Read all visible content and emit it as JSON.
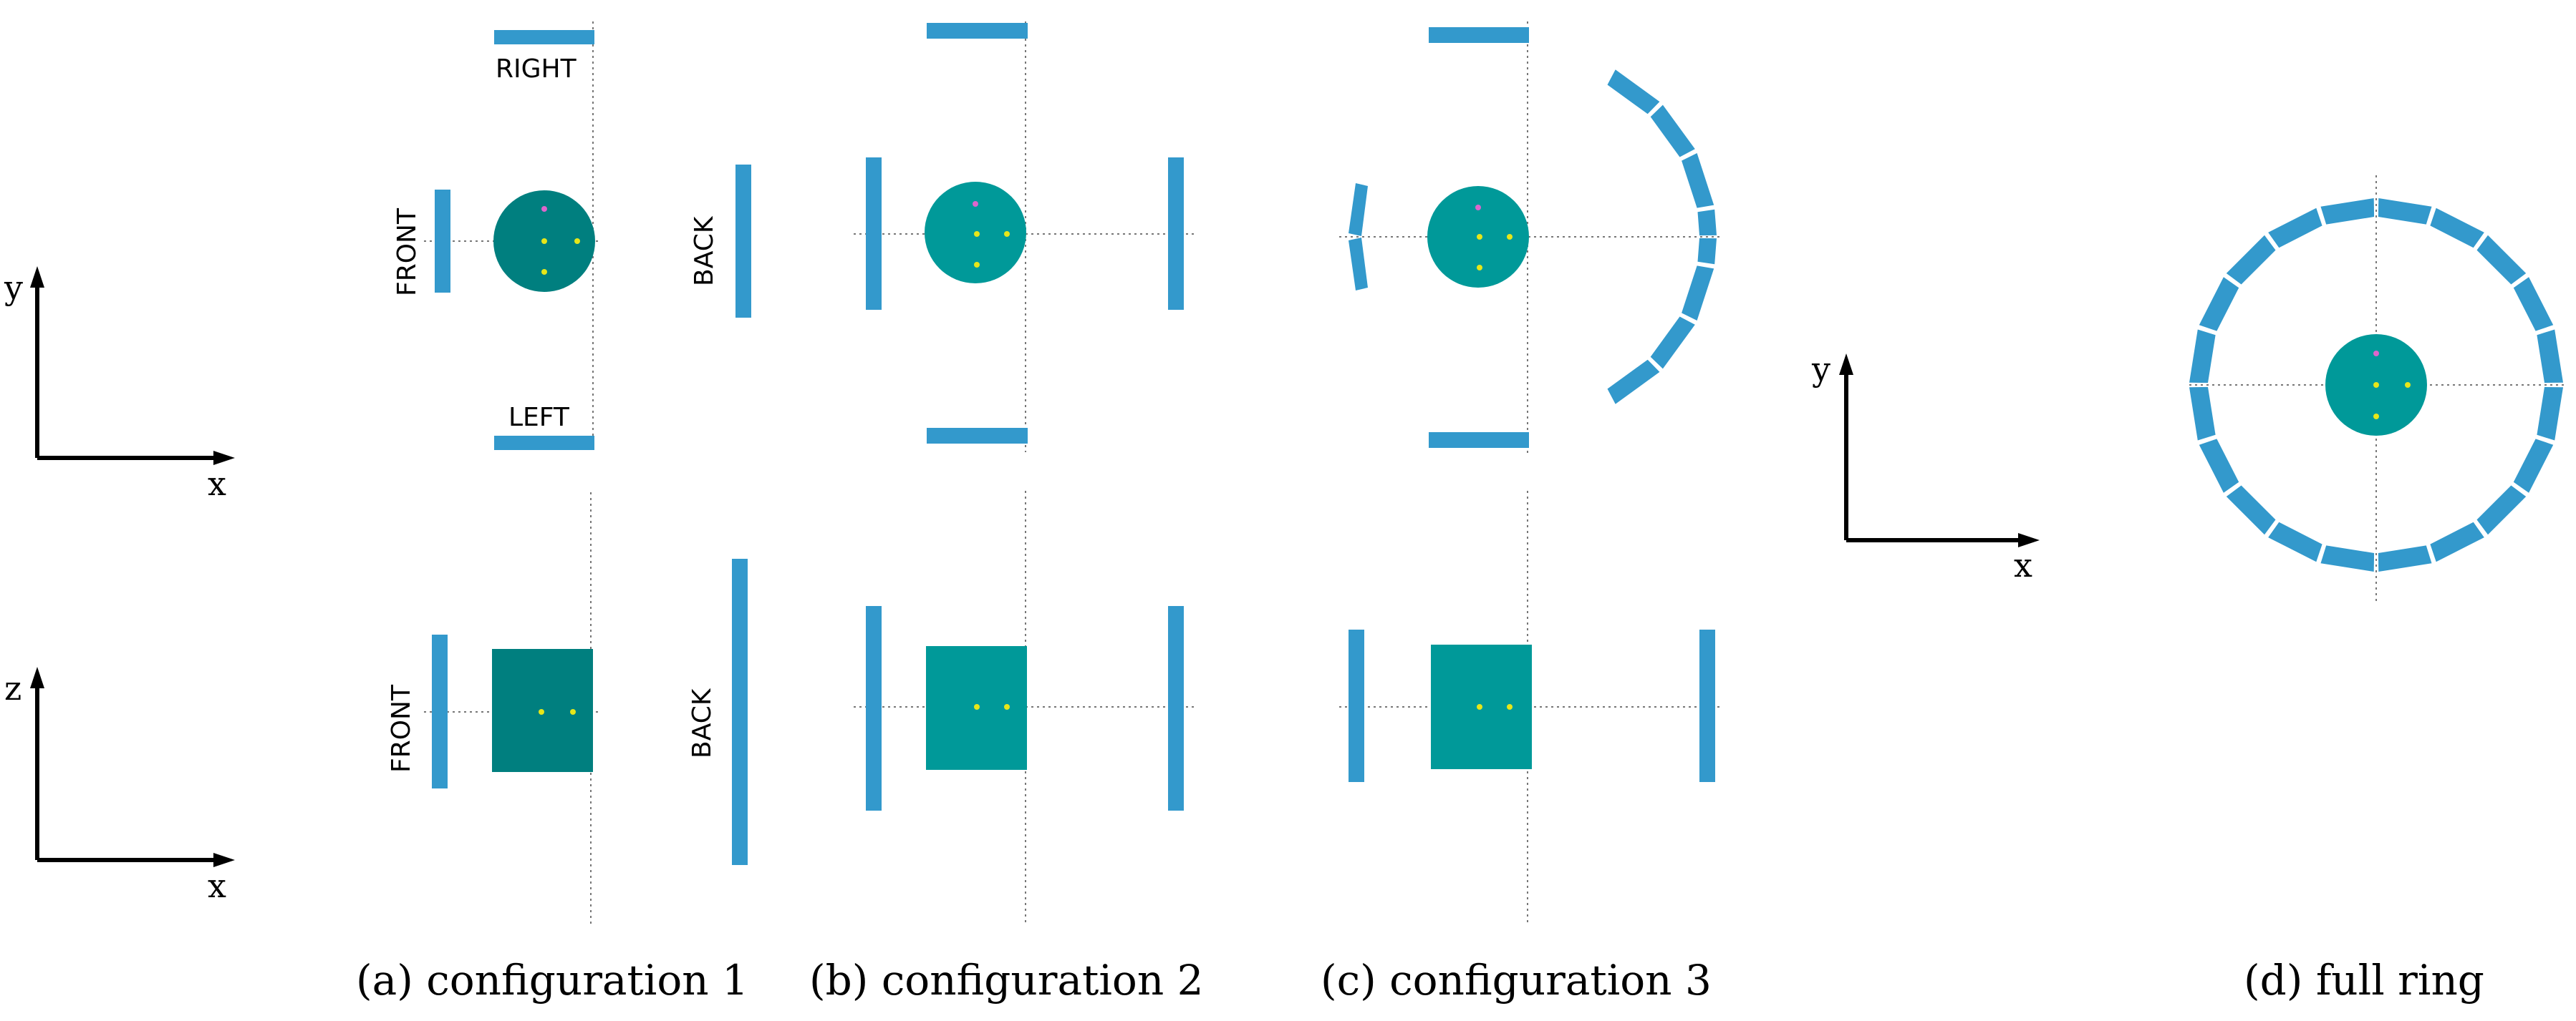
{
  "colors": {
    "detector": "#3399cc",
    "phantom_config1": "#007f7f",
    "phantom_other": "#009999",
    "source_yellow": "#e6e619",
    "source_magenta": "#dd66cc",
    "guide_line": "#777777"
  },
  "axes": {
    "top_left": {
      "vertical": "y",
      "horizontal": "x"
    },
    "bottom_left": {
      "vertical": "z",
      "horizontal": "x"
    },
    "right": {
      "vertical": "y",
      "horizontal": "x"
    }
  },
  "labels": {
    "right": "RIGHT",
    "left": "LEFT",
    "front_top": "FRONT",
    "back_top": "BACK",
    "front_bottom": "FRONT",
    "back_bottom": "BACK"
  },
  "captions": {
    "a": "(a)  configuration 1",
    "b": "(b)  configuration 2",
    "c": "(c)  configuration 3",
    "d": "(d)  full ring"
  },
  "full_ring": {
    "segments": 20
  }
}
